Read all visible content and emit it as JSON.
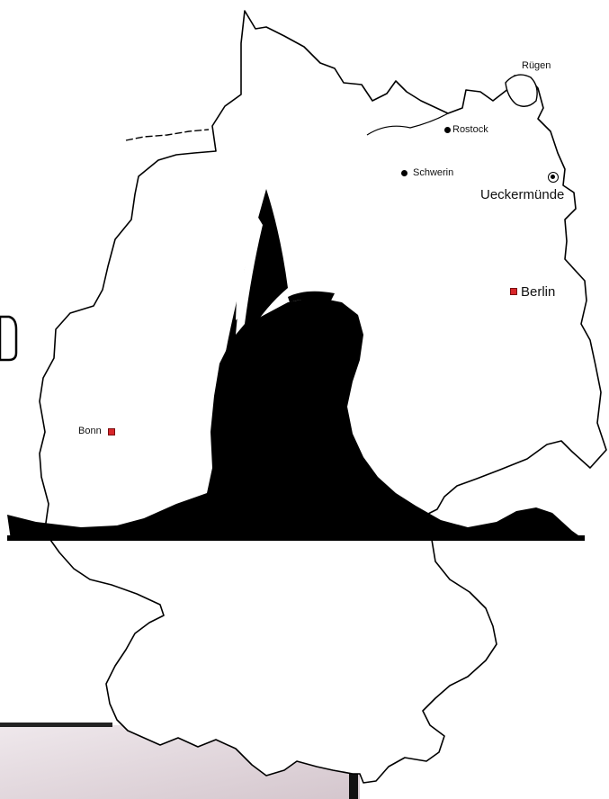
{
  "map": {
    "places": {
      "rugen": "Rügen",
      "rostock": "Rostock",
      "schwerin": "Schwerin",
      "ueckermunde": "Ueckermünde",
      "berlin": "Berlin",
      "bonn": "Bonn"
    },
    "colors": {
      "land": "#ffffff",
      "outline": "#000000",
      "silhouette": "#000000",
      "capital_marker": "#d8262a",
      "bottom_panel": "#e2d7dc"
    },
    "icons": {
      "city_marker": "filled-circle",
      "capital_marker": "red-square",
      "highlight_marker": "ring-circle",
      "emblem": "crane-wing-silhouette"
    }
  }
}
